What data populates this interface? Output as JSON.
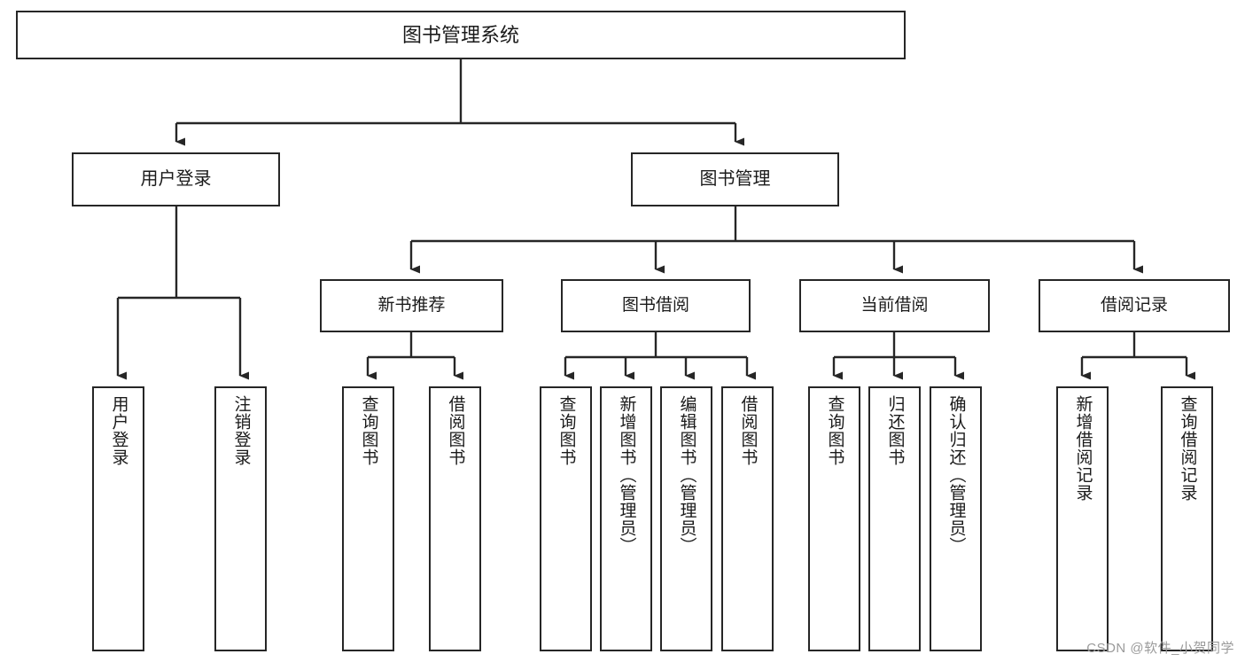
{
  "diagram": {
    "title": "图书管理系统",
    "watermark": "CSDN @软件_小贺同学",
    "stroke_color": "#262626",
    "fill_color": "#ffffff",
    "text_color": "#1a1a1a",
    "watermark_color": "#9a9a9a"
  },
  "nodes": {
    "root": {
      "label": "图书管理系统"
    },
    "level1": [
      {
        "id": "user-login",
        "label": "用户登录"
      },
      {
        "id": "book-management",
        "label": "图书管理"
      }
    ],
    "level2": [
      {
        "id": "new-book-recommend",
        "label": "新书推荐"
      },
      {
        "id": "book-borrow",
        "label": "图书借阅"
      },
      {
        "id": "current-borrow",
        "label": "当前借阅"
      },
      {
        "id": "borrow-record",
        "label": "借阅记录"
      }
    ],
    "level3": {
      "user_login": [
        {
          "id": "leaf-user-login",
          "label": "用户登录"
        },
        {
          "id": "leaf-logout-login",
          "label": "注销登录"
        }
      ],
      "new_book_recommend": [
        {
          "id": "leaf-query-book-1",
          "label": "查询图书"
        },
        {
          "id": "leaf-borrow-book-1",
          "label": "借阅图书"
        }
      ],
      "book_borrow": [
        {
          "id": "leaf-query-book-2",
          "label": "查询图书"
        },
        {
          "id": "leaf-add-book",
          "label": "新增图书（管理员）"
        },
        {
          "id": "leaf-edit-book",
          "label": "编辑图书（管理员）"
        },
        {
          "id": "leaf-borrow-book-2",
          "label": "借阅图书"
        }
      ],
      "current_borrow": [
        {
          "id": "leaf-query-book-3",
          "label": "查询图书"
        },
        {
          "id": "leaf-return-book",
          "label": "归还图书"
        },
        {
          "id": "leaf-confirm-return",
          "label": "确认归还（管理员）"
        }
      ],
      "borrow_record": [
        {
          "id": "leaf-add-record",
          "label": "新增借阅记录"
        },
        {
          "id": "leaf-query-record",
          "label": "查询借阅记录"
        }
      ]
    }
  }
}
